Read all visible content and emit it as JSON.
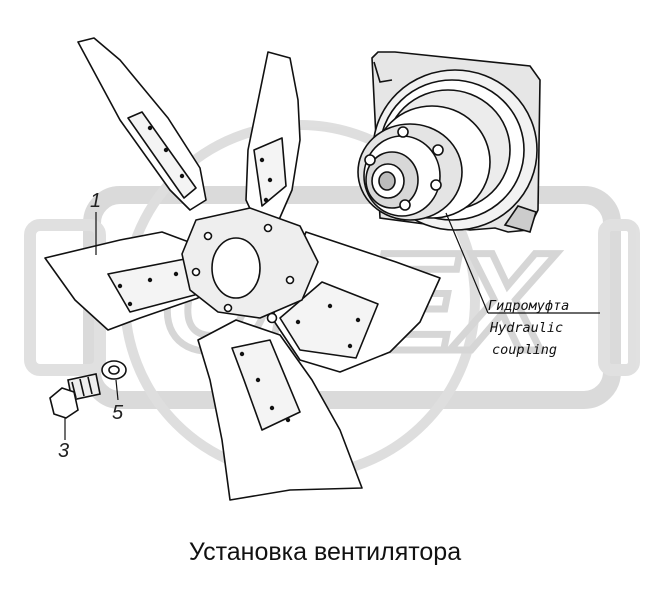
{
  "caption": "Установка вентилятора",
  "callouts": {
    "fan": "1",
    "bolt": "3",
    "washer": "5"
  },
  "coupling_label": {
    "line1": "Гидромуфта",
    "line2": "Hydraulic",
    "line3": "coupling"
  },
  "watermark": "OPEX",
  "colors": {
    "line": "#111111",
    "fill": "#ffffff",
    "shade": "#d8d8d8",
    "watermark": "#bdbdbd"
  }
}
